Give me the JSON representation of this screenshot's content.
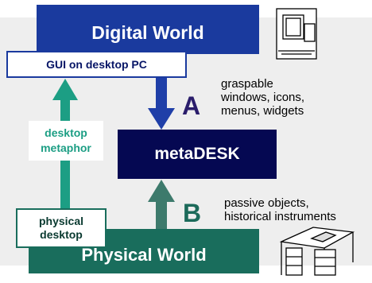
{
  "diagram": {
    "digital_world": "Digital World",
    "physical_world": "Physical World",
    "gui_label": "GUI on desktop PC",
    "metadesk": "metaDESK",
    "physical_desktop": [
      "physical",
      "desktop"
    ],
    "desktop_metaphor": [
      "desktop",
      "metaphor"
    ],
    "label_a": "A",
    "label_b": "B",
    "desc_a": [
      "graspable",
      "windows, icons,",
      "menus, widgets"
    ],
    "desc_b": [
      "passive objects,",
      "historical instruments"
    ]
  },
  "colors": {
    "digital_blue": "#1a3a9e",
    "physical_green": "#196d5c",
    "metadesk_navy": "#050852",
    "metaphor_teal": "#1c9e84",
    "arrow_a": "#1f3fa8",
    "arrow_b": "#3d7a6c"
  },
  "icons": [
    "computer-icon",
    "desk-icon"
  ]
}
